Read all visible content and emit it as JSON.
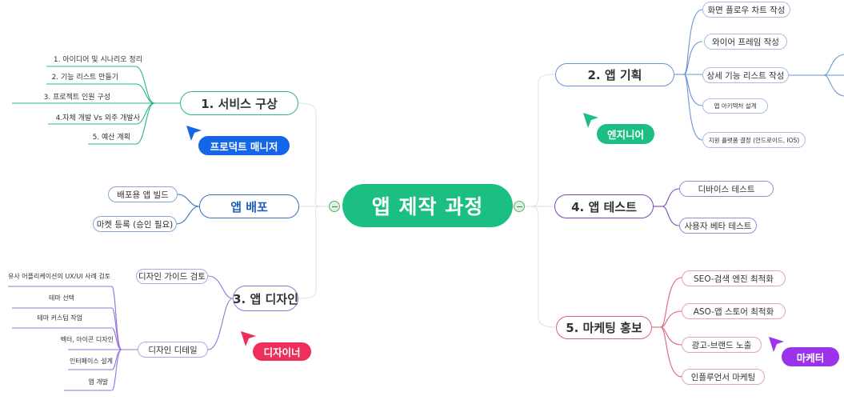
{
  "colors": {
    "root": "#1cbf82",
    "branch_service": "#2bb487",
    "branch_deploy": "#3c6dbb",
    "branch_design": "#9574d6",
    "branch_plan": "#6b93d6",
    "branch_test": "#7a46b8",
    "branch_marketing": "#d9637a",
    "trunk": "#e2e2e2",
    "tag_pm": "#1565e8",
    "tag_engineer": "#1cbf82",
    "tag_designer": "#ee2e5b",
    "tag_marketer": "#9a33ea"
  },
  "root": {
    "label": "앱 제작 과정"
  },
  "branches": {
    "service": {
      "label": "1. 서비스 구상",
      "items": [
        "1. 아이디어 및 시나리오 정리",
        "2. 기능 리스트 만들기",
        "3. 프로젝트 인원 구성",
        "4.자체 개발 Vs 외주 개발사",
        "5. 예산 계획"
      ]
    },
    "deploy": {
      "label": "앱 배포",
      "items": [
        "배포용 앱 빌드",
        "마켓 등록 (승인 필요)"
      ]
    },
    "design": {
      "label": "3. 앱 디자인",
      "items": [
        "디자인 가이드 검토",
        "디자인 디테일"
      ],
      "detail_items": [
        "유사 어플리케이션의 UX/UI 사례 검토",
        "테마 선택",
        "테마 커스텀 작업",
        "벡터, 아이콘 디자인",
        "인터페이스 설계",
        "앱 개발"
      ]
    },
    "plan": {
      "label": "2. 앱 기획",
      "items": [
        "화면 플로우 차트 작성",
        "와이어 프레임 작성",
        "상세 기능 리스트 작성",
        "앱 아키텍처 설계",
        "지원 플랫폼 결정 (안드로이드, IOS)"
      ]
    },
    "test": {
      "label": "4. 앱 테스트",
      "items": [
        "디바이스 테스트",
        "사용자 베타 테스트"
      ]
    },
    "marketing": {
      "label": "5. 마케팅 홍보",
      "items": [
        "SEO-검색 엔진 최적화",
        "ASO-앱 스토어 최적화",
        "광고-브랜드 노출",
        "인플루언서 마케팅"
      ]
    }
  },
  "tags": {
    "pm": "프로덕트 매니저",
    "engineer": "엔지니어",
    "designer": "디자이너",
    "marketer": "마케터"
  }
}
